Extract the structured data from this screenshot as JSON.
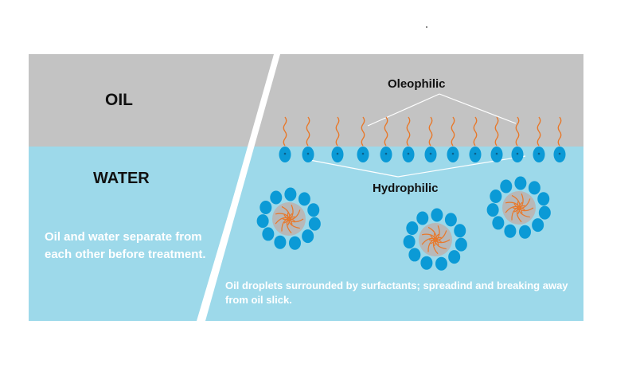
{
  "labels": {
    "oil": "OIL",
    "water": "WATER",
    "oleophilic": "Oleophilic",
    "hydrophilic": "Hydrophilic",
    "left_caption": "Oil and water separate from each other before treatment.",
    "right_caption": "Oil droplets surrounded by surfactants; spreadind and breaking away from oil slick."
  },
  "colors": {
    "oil": "#c3c3c3",
    "water": "#9dd9ea",
    "head": "#0b9ad6",
    "tail": "#e8782a",
    "core": "#b8b8b8",
    "connector": "#ffffff"
  }
}
